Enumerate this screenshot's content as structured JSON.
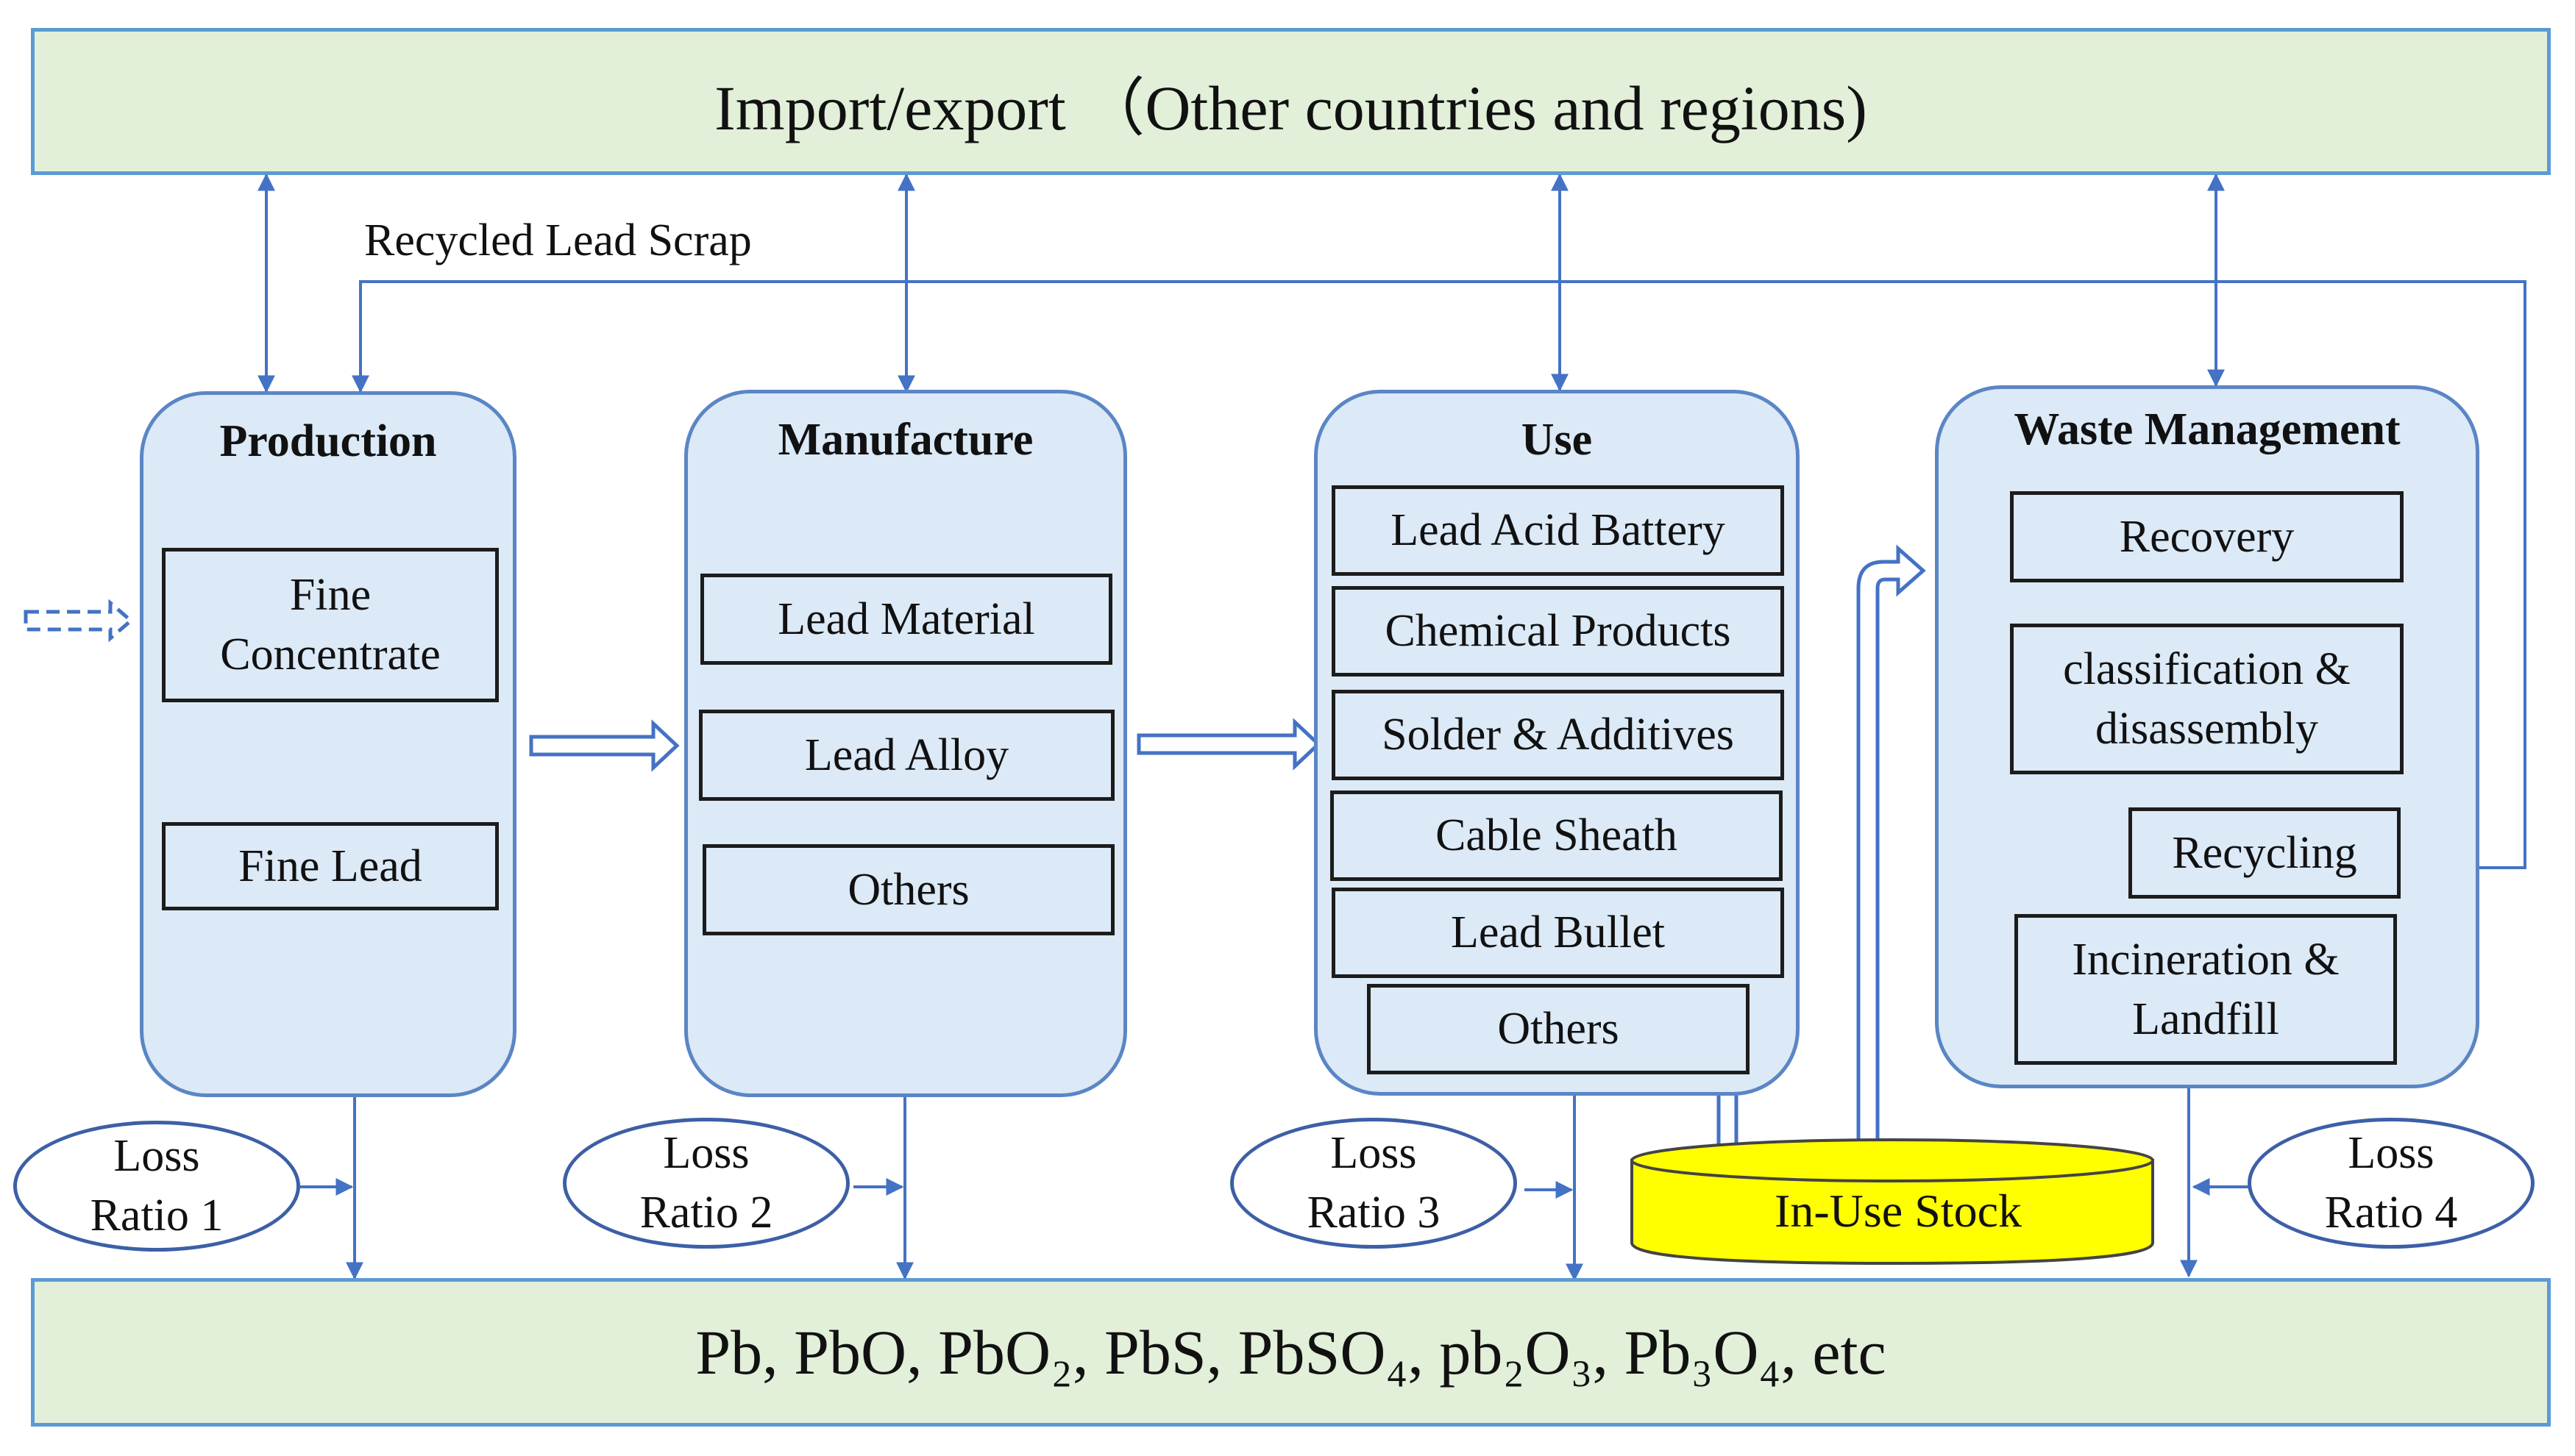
{
  "top_banner": {
    "label": "Import/export （Other countries and regions)"
  },
  "bottom_banner": {
    "label": "Pb, PbO, PbO₂, PbS, PbSO₄, pb₂O₃, Pb₃O₄, etc"
  },
  "recycled_scrap_label": "Recycled Lead Scrap",
  "stages": {
    "production": {
      "title": "Production",
      "items": [
        "Fine\nConcentrate",
        "Fine Lead"
      ]
    },
    "manufacture": {
      "title": "Manufacture",
      "items": [
        "Lead Material",
        "Lead Alloy",
        "Others"
      ]
    },
    "use": {
      "title": "Use",
      "items": [
        "Lead Acid Battery",
        "Chemical Products",
        "Solder & Additives",
        "Cable Sheath",
        "Lead Bullet",
        "Others"
      ]
    },
    "waste": {
      "title": "Waste Management",
      "items": [
        "Recovery",
        "classification &\ndisassembly",
        "Recycling",
        "Incineration &\nLandfill"
      ]
    }
  },
  "loss_ratios": [
    "Loss\nRatio 1",
    "Loss\nRatio 2",
    "Loss\nRatio 3",
    "Loss\nRatio 4"
  ],
  "in_use_stock": "In-Use Stock",
  "colors": {
    "banner_fill": "#e2efd9",
    "stage_fill": "#dce9f6",
    "line": "#4472c4",
    "stock_fill": "#ffff00"
  }
}
